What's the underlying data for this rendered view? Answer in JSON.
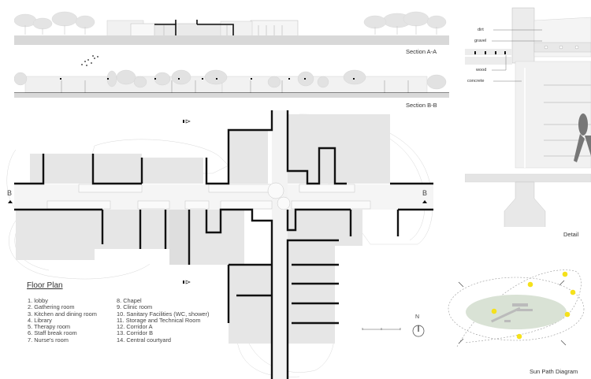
{
  "sections": {
    "a": {
      "label": "Section A-A"
    },
    "b": {
      "label": "Section B-B"
    }
  },
  "detail": {
    "label": "Detail",
    "materials": [
      "dirt",
      "gravel",
      "wood",
      "concrete"
    ]
  },
  "floor_plan": {
    "title": "Floor Plan",
    "section_markers": {
      "left": "B",
      "right": "B"
    },
    "rooms_col1": [
      "1. lobby",
      "2. Gathering room",
      "3. Kitchen and dining room",
      "4. Library",
      "5. Therapy room",
      "6. Staff break room",
      "7. Nurse's room"
    ],
    "rooms_col2": [
      "8. Chapel",
      "9. Clinic room",
      "10. Sanitary Facilities (WC, shower)",
      "11. Storage and Technical Room",
      "12. Corridor A",
      "13. Corridor B",
      "14. Central courtyard"
    ],
    "north_label": "N"
  },
  "sun_path": {
    "label": "Sun Path Diagram",
    "sun_color": "#f5e11b",
    "ground_color": "#d9e2d5"
  },
  "colors": {
    "wall": "#111111",
    "floor": "#e6e6e6",
    "corridor": "#f4f4f4",
    "contour": "#d4d4d4",
    "ground": "#d8d8d8"
  }
}
